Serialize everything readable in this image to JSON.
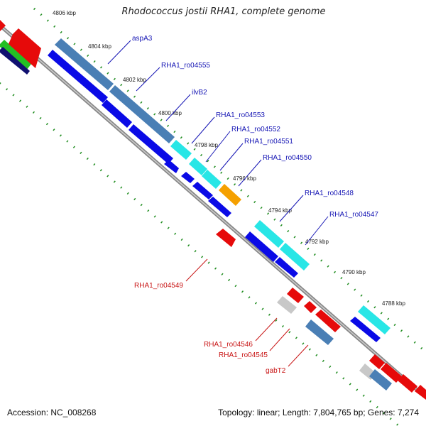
{
  "map": {
    "title": "Rhodococcus jostii RHA1, complete genome",
    "accession": "Accession: NC_008268",
    "summary": "Topology: linear; Length: 7,804,765 bp; Genes: 7,274"
  },
  "ticks": [
    "4806 kbp",
    "4804 kbp",
    "4802 kbp",
    "4800 kbp",
    "4798 kbp",
    "4796 kbp",
    "4794 kbp",
    "4792 kbp",
    "4790 kbp",
    "4788 kbp"
  ],
  "genes_forward": [
    "aspA3",
    "RHA1_ro04555",
    "ilvB2",
    "RHA1_ro04553",
    "RHA1_ro04552",
    "RHA1_ro04551",
    "RHA1_ro04550",
    "RHA1_ro04548",
    "RHA1_ro04547"
  ],
  "genes_reverse": [
    "RHA1_ro04549",
    "RHA1_ro04546",
    "RHA1_ro04545",
    "gabT2"
  ],
  "colors": {
    "cds_blue": "#0a0ae6",
    "rna_steelblue": "#4a7fb5",
    "cyan": "#28e6e6",
    "orange": "#f5a000",
    "red": "#e60a0a",
    "gray": "#c8c8c8",
    "green": "#23c023",
    "dotted_guide": "#1e8c1e",
    "label_blue": "#1414b4",
    "label_red": "#c81414"
  }
}
